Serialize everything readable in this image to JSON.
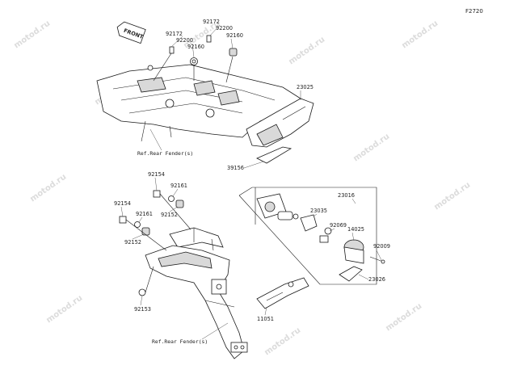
{
  "figure_code": "F2720",
  "front_badge": "FRONT",
  "watermark": "motod.ru",
  "refs": {
    "rear_fender_top": "Ref.Rear Fender(s)",
    "rear_fender_bottom": "Ref.Rear Fender(s)"
  },
  "callouts": {
    "c92172a": "92172",
    "c92172b": "92172",
    "c92200a": "92200",
    "c92200b": "92200",
    "c92160a": "92160",
    "c92160b": "92160",
    "c23025": "23025",
    "c39156": "39156",
    "c92154a": "92154",
    "c92154b": "92154",
    "c92161a": "92161",
    "c92161b": "92161",
    "c92152a": "92152",
    "c92152b": "92152",
    "c92153": "92153",
    "c11051": "11051",
    "c23016": "23016",
    "c23035": "23035",
    "c92069": "92069",
    "c14025": "14025",
    "c92009": "92009",
    "c23026": "23026"
  }
}
